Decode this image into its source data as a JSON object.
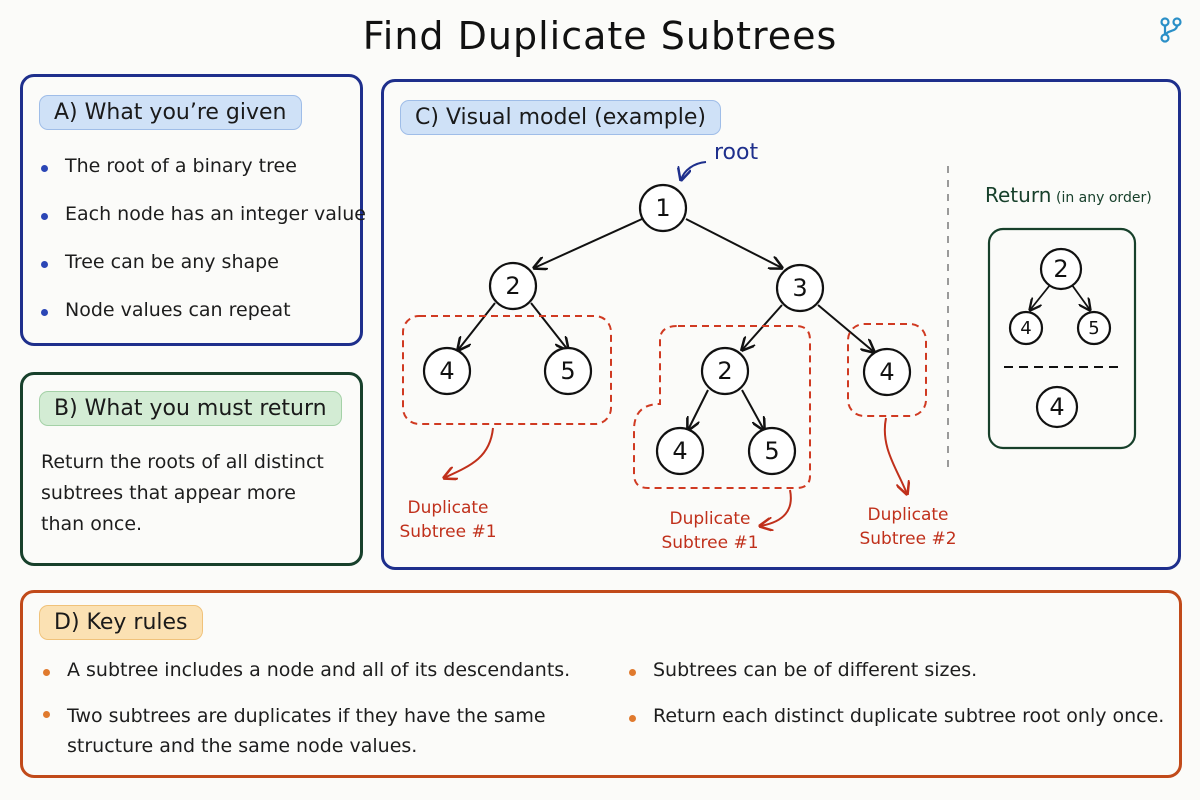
{
  "title": "Find Duplicate Subtrees",
  "panel_a": {
    "heading": "A) What you’re given",
    "bullets": [
      "The root of a binary tree",
      "Each node has an integer value",
      "Tree can be any shape",
      "Node values can repeat"
    ]
  },
  "panel_b": {
    "heading": "B) What you must return",
    "text": "Return the roots of all distinct subtrees that appear more than once."
  },
  "panel_c": {
    "heading": "C) Visual model (example)",
    "root_label": "root",
    "return_label": "Return",
    "return_sub": "(in any order)",
    "tree_nodes": [
      "1",
      "2",
      "3",
      "4",
      "5",
      "2",
      "4",
      "5",
      "4"
    ],
    "dup_labels": [
      {
        "line1": "Duplicate",
        "line2": "Subtree #1"
      },
      {
        "line1": "Duplicate",
        "line2": "Subtree #1"
      },
      {
        "line1": "Duplicate",
        "line2": "Subtree #2"
      }
    ],
    "return_nodes": [
      "2",
      "4",
      "5",
      "4"
    ]
  },
  "panel_d": {
    "heading": "D) Key rules",
    "left_bullets": [
      "A subtree includes a node and all of its descendants.",
      "Two subtrees are duplicates if they have the same structure and the same node values."
    ],
    "right_bullets": [
      "Subtrees can be of different sizes.",
      "Return each distinct duplicate subtree root only once."
    ]
  },
  "colors": {
    "blue": "#1e2f8c",
    "green": "#17402b",
    "orange": "#c14a1a",
    "red_dashed": "#d03a22",
    "pill_blue": "#cfe1f7",
    "pill_green": "#d3ecd4",
    "pill_orange": "#fbe1b3"
  },
  "icons": [
    "git-branch-logo-icon",
    "curved-arrow-icon"
  ]
}
